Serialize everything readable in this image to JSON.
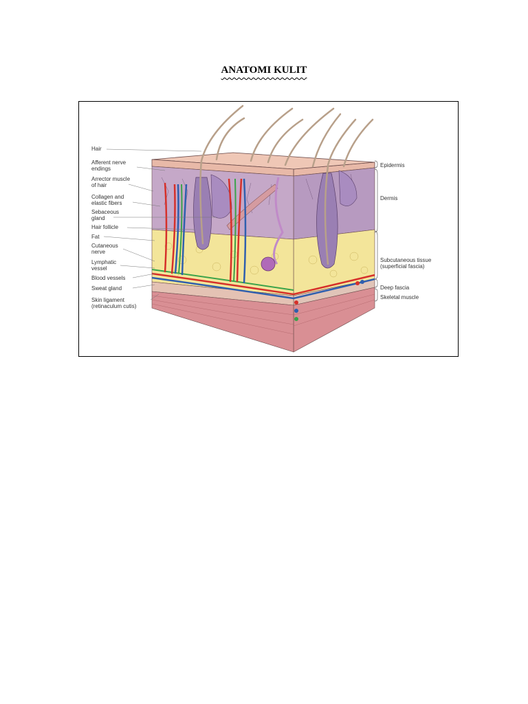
{
  "title": "ANATOMI KULIT",
  "figure": {
    "left_labels": [
      "Hair",
      "Afferent nerve\nendings",
      "Arrector muscle\nof hair",
      "Collagen and\nelastic fibers",
      "Sebaceous\ngland",
      "Hair follicle",
      "Fat",
      "Cutaneous\nnerve",
      "Lymphatic\nvessel",
      "Blood vessels",
      "Sweat gland",
      "Skin ligament\n(retinaculum cutis)"
    ],
    "right_labels": [
      "Epidermis",
      "Dermis",
      "Subcutaneous tissue\n(superficial fascia)",
      "Deep fascia",
      "Skeletal muscle"
    ],
    "colors": {
      "epidermis": "#e8b9a8",
      "dermis": "#c5a8c8",
      "fat": "#f3e59a",
      "muscle": "#d98f94",
      "artery": "#d6302a",
      "vein": "#2f5fae",
      "nerve": "#3aa34a"
    }
  }
}
